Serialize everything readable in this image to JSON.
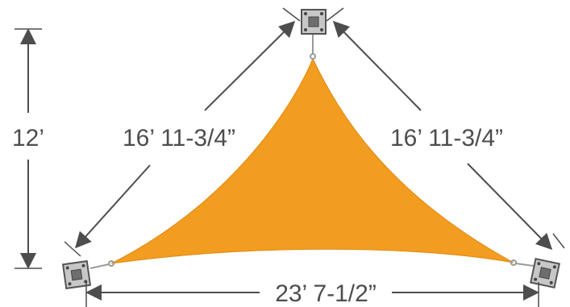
{
  "dimensions": {
    "height": "12’",
    "left_side": "16’ 11-3/4”",
    "right_side": "16’ 11-3/4”",
    "base": "23’ 7-1/2”"
  },
  "colors": {
    "sail": "#f29c20",
    "arrow": "#4d4d4d",
    "plate": "#c7c7c7",
    "plate_border": "#555555"
  },
  "icons": {
    "mount_plate": "mount-plate-icon"
  }
}
